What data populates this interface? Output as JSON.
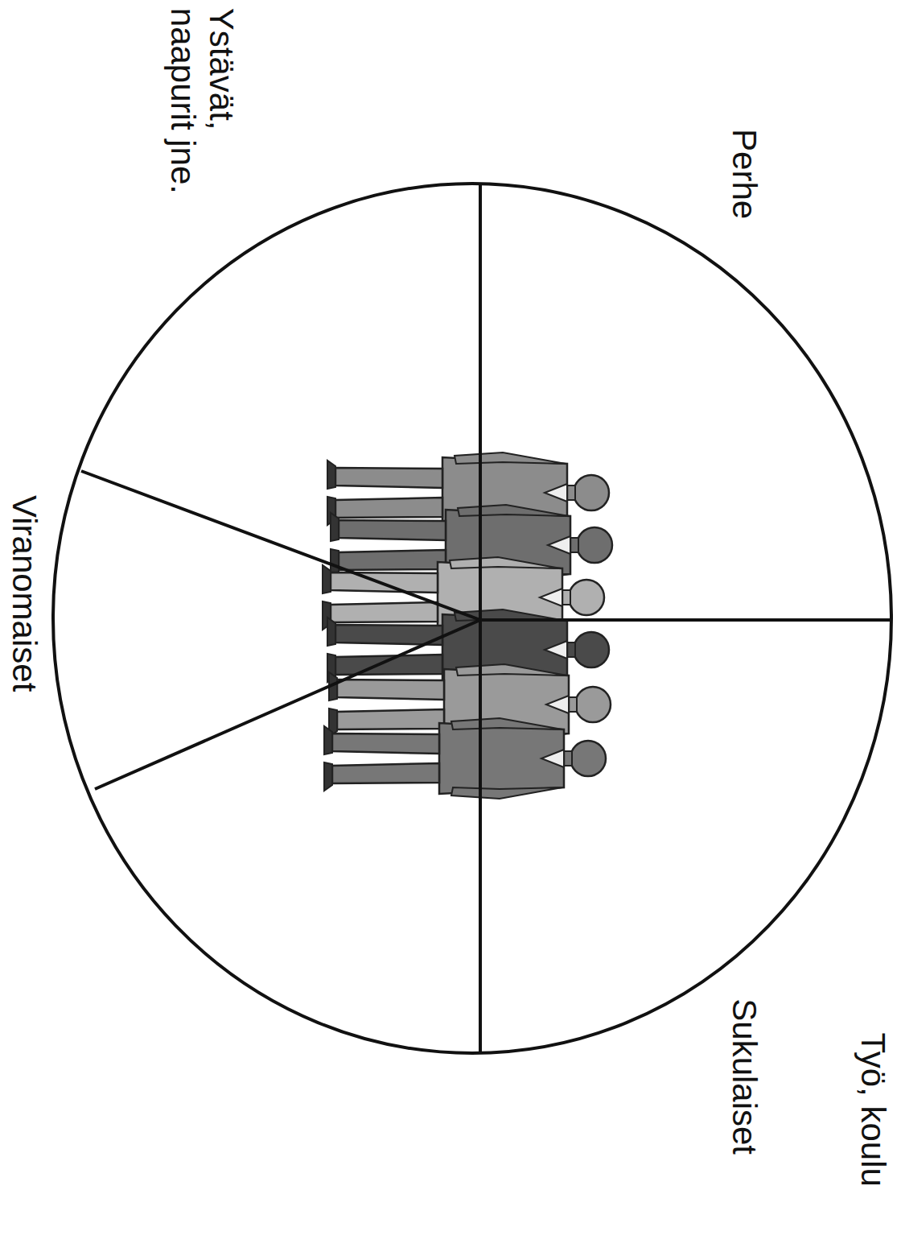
{
  "diagram": {
    "labels": [
      "Perhe",
      "Sukulaiset",
      "Työ, koulu",
      "Viranomaiset",
      "Ystävät, naapurit jne."
    ]
  }
}
